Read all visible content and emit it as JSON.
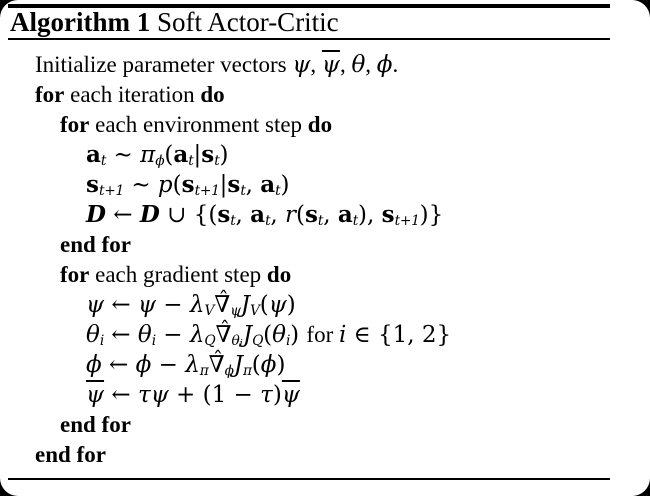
{
  "colors": {
    "background": "#000000",
    "paper": "#ffffff",
    "ink": "#000000"
  },
  "header": {
    "label": "Algorithm 1",
    "title": " Soft Actor-Critic"
  },
  "algorithm": {
    "lines": [
      {
        "indent": 1,
        "segments": [
          {
            "t": "Initialize parameter vectors ",
            "s": "n"
          },
          {
            "t": "ψ",
            "s": "mi"
          },
          {
            "t": ", ",
            "s": "n"
          },
          {
            "t": "ψ",
            "s": "mi bar"
          },
          {
            "t": ", ",
            "s": "n"
          },
          {
            "t": "θ",
            "s": "mi"
          },
          {
            "t": ", ",
            "s": "n"
          },
          {
            "t": "ϕ",
            "s": "mi"
          },
          {
            "t": ".",
            "s": "n"
          }
        ]
      },
      {
        "indent": 1,
        "segments": [
          {
            "t": "for",
            "s": "b"
          },
          {
            "t": " each iteration ",
            "s": "n"
          },
          {
            "t": "do",
            "s": "b"
          }
        ]
      },
      {
        "indent": 2,
        "segments": [
          {
            "t": "for",
            "s": "b"
          },
          {
            "t": " each environment step ",
            "s": "n"
          },
          {
            "t": "do",
            "s": "b"
          }
        ]
      },
      {
        "indent": 3,
        "segments": [
          {
            "t": "a",
            "s": "mbf"
          },
          {
            "t": "t",
            "s": "sub"
          },
          {
            "t": " ∼ ",
            "s": "m"
          },
          {
            "t": "π",
            "s": "mi"
          },
          {
            "t": "ϕ",
            "s": "sub"
          },
          {
            "t": "(",
            "s": "m"
          },
          {
            "t": "a",
            "s": "mbf"
          },
          {
            "t": "t",
            "s": "sub"
          },
          {
            "t": "|",
            "s": "m"
          },
          {
            "t": "s",
            "s": "mbf"
          },
          {
            "t": "t",
            "s": "sub"
          },
          {
            "t": ")",
            "s": "m"
          }
        ]
      },
      {
        "indent": 3,
        "segments": [
          {
            "t": "s",
            "s": "mbf"
          },
          {
            "t": "t+1",
            "s": "sub"
          },
          {
            "t": " ∼ ",
            "s": "m"
          },
          {
            "t": "p",
            "s": "mi"
          },
          {
            "t": "(",
            "s": "m"
          },
          {
            "t": "s",
            "s": "mbf"
          },
          {
            "t": "t+1",
            "s": "sub"
          },
          {
            "t": "|",
            "s": "m"
          },
          {
            "t": "s",
            "s": "mbf"
          },
          {
            "t": "t",
            "s": "sub"
          },
          {
            "t": ", ",
            "s": "m"
          },
          {
            "t": "a",
            "s": "mbf"
          },
          {
            "t": "t",
            "s": "sub"
          },
          {
            "t": ")",
            "s": "m"
          }
        ]
      },
      {
        "indent": 3,
        "segments": [
          {
            "t": "D",
            "s": "cal"
          },
          {
            "t": " ← ",
            "s": "m"
          },
          {
            "t": "D",
            "s": "cal"
          },
          {
            "t": " ∪ {(",
            "s": "m"
          },
          {
            "t": "s",
            "s": "mbf"
          },
          {
            "t": "t",
            "s": "sub"
          },
          {
            "t": ", ",
            "s": "m"
          },
          {
            "t": "a",
            "s": "mbf"
          },
          {
            "t": "t",
            "s": "sub"
          },
          {
            "t": ", ",
            "s": "m"
          },
          {
            "t": "r",
            "s": "mi"
          },
          {
            "t": "(",
            "s": "m"
          },
          {
            "t": "s",
            "s": "mbf"
          },
          {
            "t": "t",
            "s": "sub"
          },
          {
            "t": ", ",
            "s": "m"
          },
          {
            "t": "a",
            "s": "mbf"
          },
          {
            "t": "t",
            "s": "sub"
          },
          {
            "t": ")",
            "s": "m"
          },
          {
            "t": ", ",
            "s": "m"
          },
          {
            "t": "s",
            "s": "mbf"
          },
          {
            "t": "t+1",
            "s": "sub"
          },
          {
            "t": ")}",
            "s": "m"
          }
        ]
      },
      {
        "indent": 2,
        "segments": [
          {
            "t": "end for",
            "s": "b"
          }
        ]
      },
      {
        "indent": 2,
        "segments": [
          {
            "t": "for",
            "s": "b"
          },
          {
            "t": " each gradient step ",
            "s": "n"
          },
          {
            "t": "do",
            "s": "b"
          }
        ]
      },
      {
        "indent": 3,
        "segments": [
          {
            "t": "ψ",
            "s": "mi"
          },
          {
            "t": " ← ",
            "s": "m"
          },
          {
            "t": "ψ",
            "s": "mi"
          },
          {
            "t": " − ",
            "s": "m"
          },
          {
            "t": "λ",
            "s": "mi"
          },
          {
            "t": "V",
            "s": "sub"
          },
          {
            "t": "ˆ",
            "s": "hat"
          },
          {
            "t": "∇",
            "s": "m"
          },
          {
            "t": "ψ",
            "s": "sub"
          },
          {
            "t": "J",
            "s": "mi"
          },
          {
            "t": "V",
            "s": "sub"
          },
          {
            "t": "(",
            "s": "m"
          },
          {
            "t": "ψ",
            "s": "mi"
          },
          {
            "t": ")",
            "s": "m"
          }
        ]
      },
      {
        "indent": 3,
        "segments": [
          {
            "t": "θ",
            "s": "mi"
          },
          {
            "t": "i",
            "s": "sub"
          },
          {
            "t": " ← ",
            "s": "m"
          },
          {
            "t": "θ",
            "s": "mi"
          },
          {
            "t": "i",
            "s": "sub"
          },
          {
            "t": " − ",
            "s": "m"
          },
          {
            "t": "λ",
            "s": "mi"
          },
          {
            "t": "Q",
            "s": "sub"
          },
          {
            "t": "ˆ",
            "s": "hat"
          },
          {
            "t": "∇",
            "s": "m"
          },
          {
            "t": "θ",
            "s": "sub"
          },
          {
            "t": "i",
            "s": "subsub"
          },
          {
            "t": "J",
            "s": "mi"
          },
          {
            "t": "Q",
            "s": "sub"
          },
          {
            "t": "(",
            "s": "m"
          },
          {
            "t": "θ",
            "s": "mi"
          },
          {
            "t": "i",
            "s": "sub"
          },
          {
            "t": ") ",
            "s": "m"
          },
          {
            "t": "for ",
            "s": "n"
          },
          {
            "t": "i",
            "s": "mi"
          },
          {
            "t": " ∈ {1, 2}",
            "s": "m"
          }
        ]
      },
      {
        "indent": 3,
        "segments": [
          {
            "t": "ϕ",
            "s": "mi"
          },
          {
            "t": " ← ",
            "s": "m"
          },
          {
            "t": "ϕ",
            "s": "mi"
          },
          {
            "t": " − ",
            "s": "m"
          },
          {
            "t": "λ",
            "s": "mi"
          },
          {
            "t": "π",
            "s": "sub"
          },
          {
            "t": "ˆ",
            "s": "hat"
          },
          {
            "t": "∇",
            "s": "m"
          },
          {
            "t": "ϕ",
            "s": "sub"
          },
          {
            "t": "J",
            "s": "mi"
          },
          {
            "t": "π",
            "s": "sub"
          },
          {
            "t": "(",
            "s": "m"
          },
          {
            "t": "ϕ",
            "s": "mi"
          },
          {
            "t": ")",
            "s": "m"
          }
        ]
      },
      {
        "indent": 3,
        "segments": [
          {
            "t": "ψ",
            "s": "mi bar"
          },
          {
            "t": " ← ",
            "s": "m"
          },
          {
            "t": "τ",
            "s": "mi"
          },
          {
            "t": "ψ",
            "s": "mi"
          },
          {
            "t": " + (1 − ",
            "s": "m"
          },
          {
            "t": "τ",
            "s": "mi"
          },
          {
            "t": ")",
            "s": "m"
          },
          {
            "t": "ψ",
            "s": "mi bar"
          }
        ]
      },
      {
        "indent": 2,
        "segments": [
          {
            "t": "end for",
            "s": "b"
          }
        ]
      },
      {
        "indent": 1,
        "segments": [
          {
            "t": "end for",
            "s": "b"
          }
        ]
      }
    ]
  }
}
